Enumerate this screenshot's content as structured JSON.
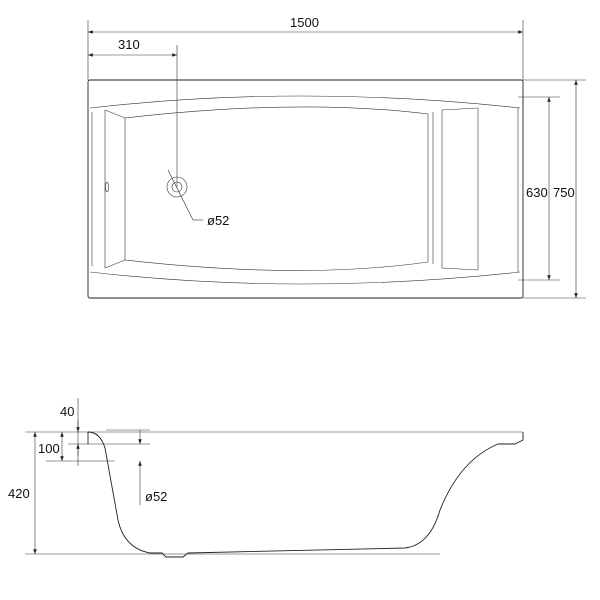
{
  "top_view": {
    "length_label": "1500",
    "drain_offset_label": "310",
    "inner_width_label": "630",
    "width_label": "750",
    "drain_diameter_label": "ø52"
  },
  "side_view": {
    "rim_label": "40",
    "overflow_label": "100",
    "height_label": "420",
    "overflow_diameter_label": "ø52"
  }
}
